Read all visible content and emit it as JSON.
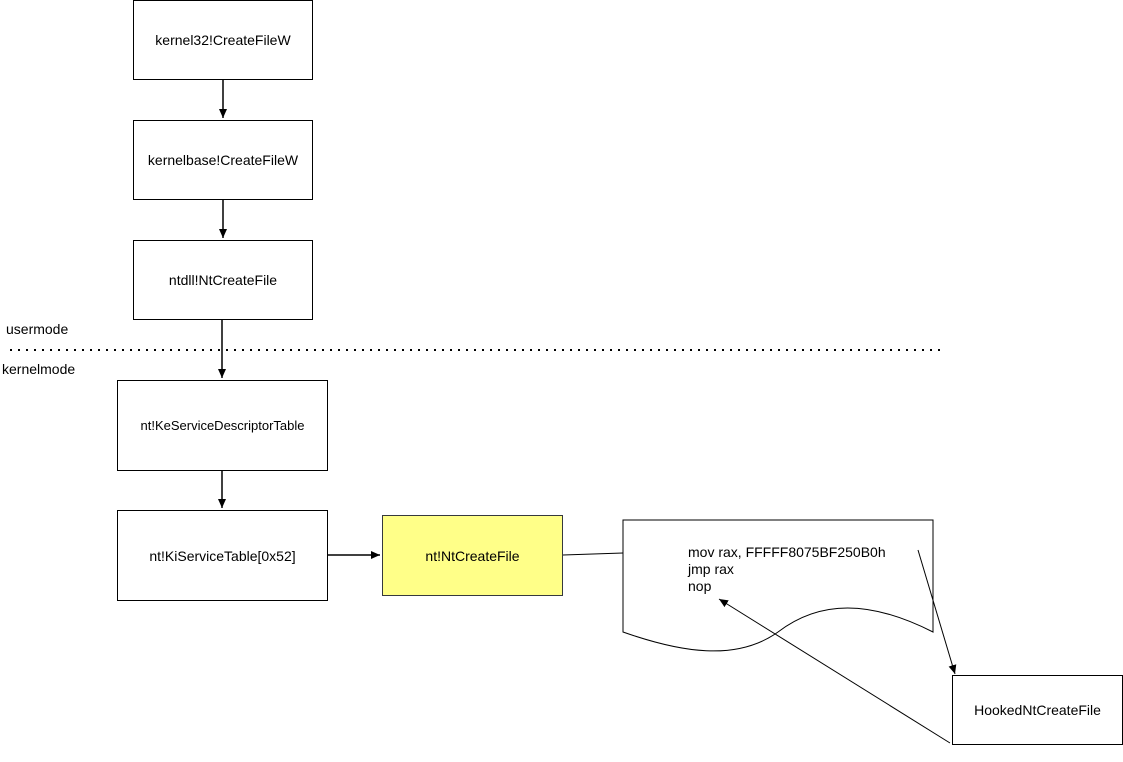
{
  "boxes": {
    "kernel32": "kernel32!CreateFileW",
    "kernelbase": "kernelbase!CreateFileW",
    "ntdll": "ntdll!NtCreateFile",
    "ke_sdt": "nt!KeServiceDescriptorTable",
    "ki_service": "nt!KiServiceTable[0x52]",
    "nt_ntcreatefile": "nt!NtCreateFile",
    "hooked": "HookedNtCreateFile"
  },
  "labels": {
    "usermode": "usermode",
    "kernelmode": "kernelmode"
  },
  "code_lines": [
    "mov rax, FFFFF8075BF250B0h",
    "jmp rax",
    "nop"
  ],
  "colors": {
    "highlight_fill": "#ffff88",
    "stroke": "#000000"
  }
}
